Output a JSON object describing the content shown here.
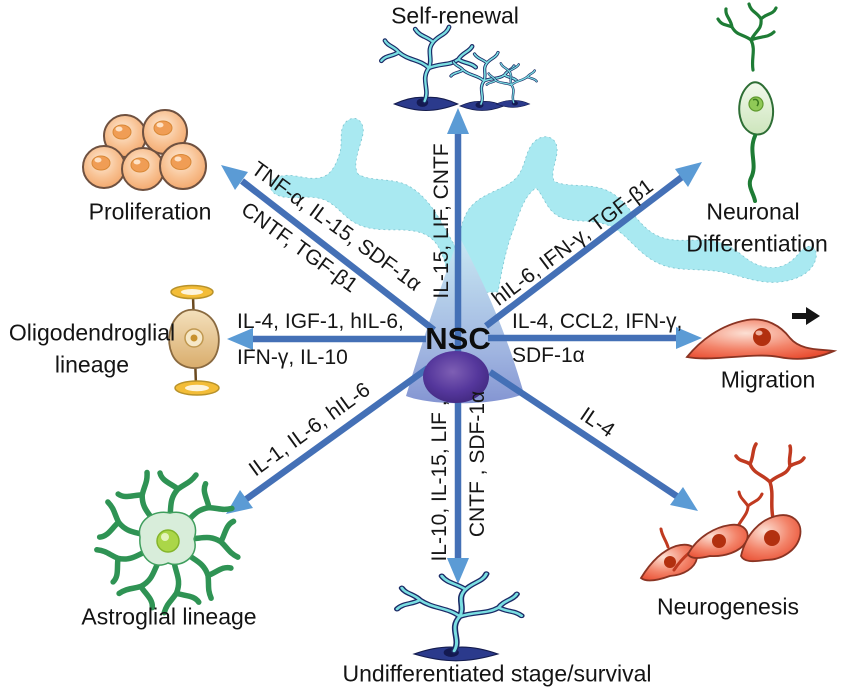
{
  "center": {
    "label": "NSC"
  },
  "nodes": {
    "self_renewal": {
      "label": "Self-renewal"
    },
    "proliferation": {
      "label": "Proliferation"
    },
    "neuronal_differentiation": {
      "line1": "Neuronal",
      "line2": "Differentiation"
    },
    "oligodendroglial": {
      "line1": "Oligodendroglial",
      "line2": "lineage"
    },
    "migration": {
      "label": "Migration"
    },
    "astroglial": {
      "label": "Astroglial lineage"
    },
    "undifferentiated": {
      "label": "Undifferentiated stage/survival"
    },
    "neurogenesis": {
      "label": "Neurogenesis"
    }
  },
  "edges": {
    "self_renewal": {
      "factors": "IL-15, LIF, CNTF"
    },
    "proliferation": {
      "line1": "TNF-α, IL-15, SDF-1α",
      "line2": "CNTF, TGF-β1"
    },
    "neuronal_differentiation": {
      "factors": "hIL-6, IFN-γ, TGF-β1"
    },
    "oligodendroglial": {
      "line1": "IL-4, IGF-1, hIL-6,",
      "line2": "IFN-γ, IL-10"
    },
    "migration": {
      "line1": "IL-4, CCL2, IFN-γ,",
      "line2": "SDF-1α"
    },
    "astroglial": {
      "factors": "IL-1, IL-6, hIL-6"
    },
    "undifferentiated": {
      "line1": "IL-10, IL-15, LIF ,",
      "line2": "CNTF , SDF-1α"
    },
    "neurogenesis": {
      "factors": "IL-4"
    }
  },
  "colors": {
    "arrow_shaft": "#4470b6",
    "arrow_head": "#5b9bd5",
    "nsc_cell_cyan": "#a9e9f1",
    "nsc_nucleus_purple": "#4b2f8e",
    "proliferation_orange": "#f5b27e",
    "astrocyte_green": "#2f9354",
    "neuron_green": "#1e7c35",
    "neurogenesis_red": "#e8492f",
    "oligodendrocyte_tan": "#ddb273",
    "stem_tree_teal": "#7adfe2",
    "stem_tree_navy": "#2c3a8e",
    "label_text": "#141414"
  }
}
